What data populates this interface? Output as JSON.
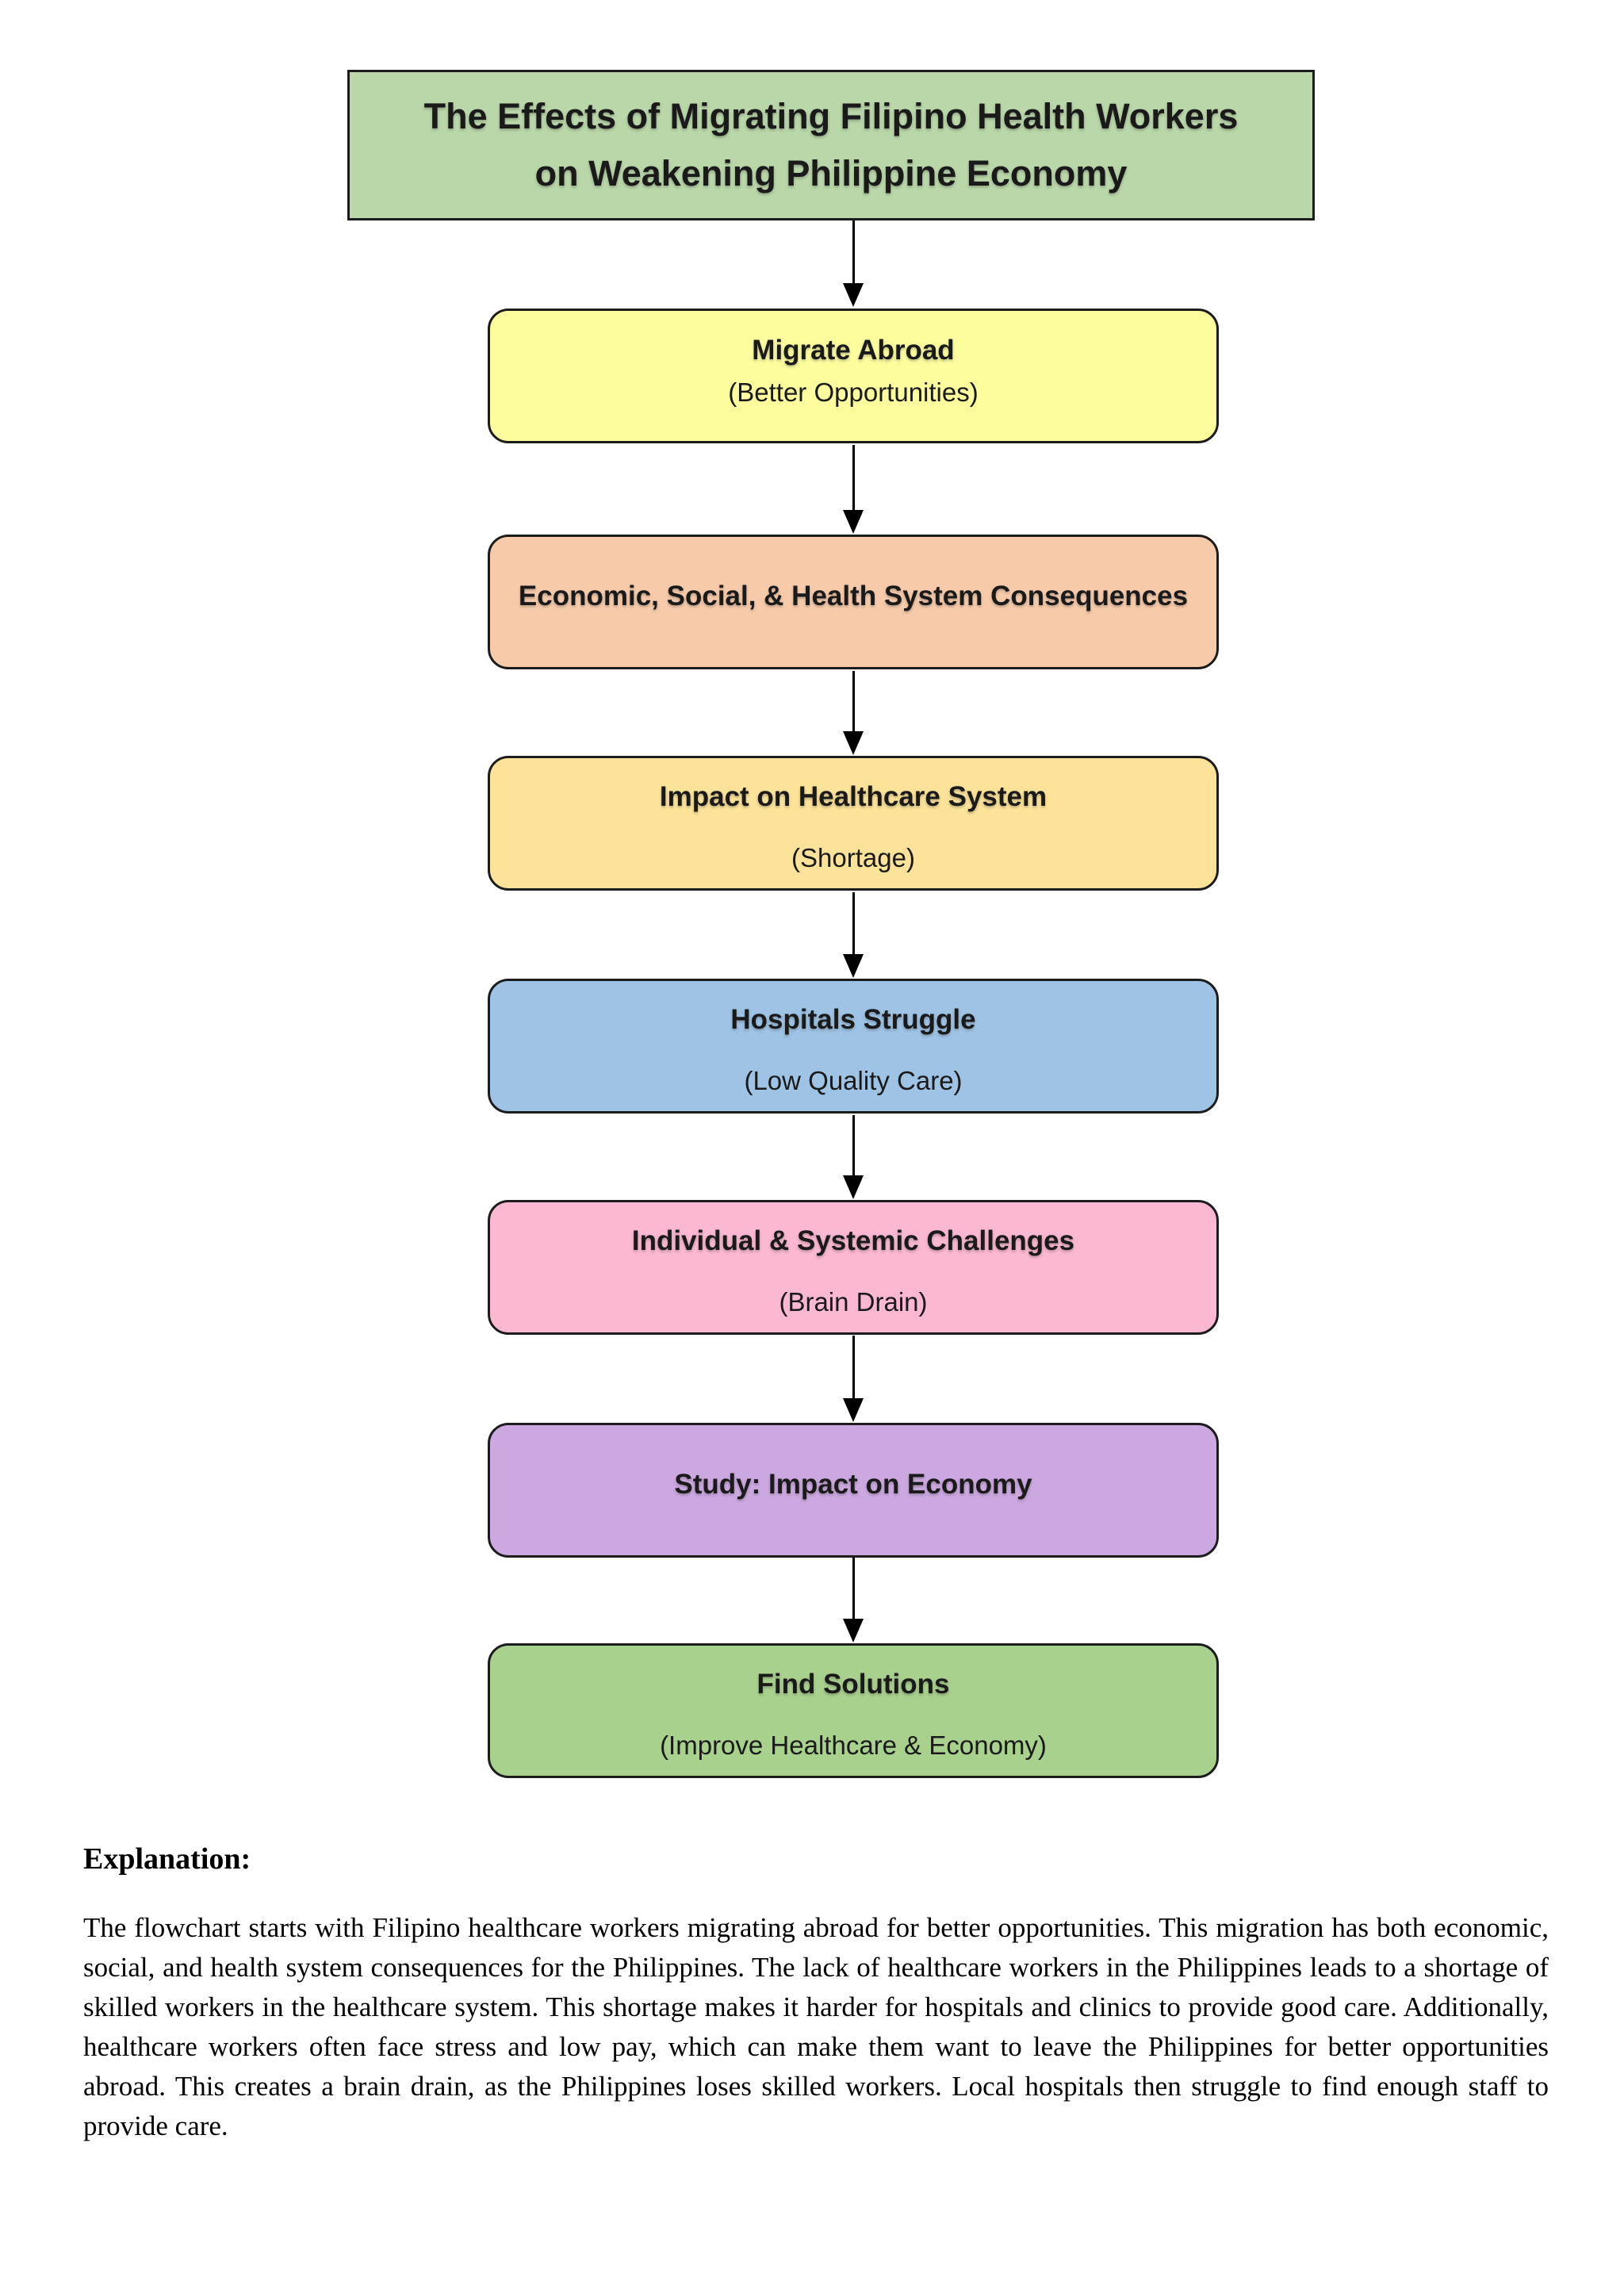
{
  "flowchart": {
    "title": {
      "text": "The Effects of Migrating Filipino Health Workers on Weakening Philippine Economy",
      "bg": "#b9d7a8"
    },
    "nodes": [
      {
        "id": "migrate-abroad",
        "heading": "Migrate Abroad",
        "subtext": "(Better Opportunities)",
        "bg": "#fdfd9e"
      },
      {
        "id": "consequences",
        "heading": "Economic, Social, & Health System Consequences",
        "subtext": "",
        "bg": "#f7cbaa"
      },
      {
        "id": "impact-healthcare",
        "heading": "Impact on Healthcare System",
        "subtext": "(Shortage)",
        "bg": "#fce399"
      },
      {
        "id": "hospitals-struggle",
        "heading": "Hospitals Struggle",
        "subtext": "(Low Quality Care)",
        "bg": "#9ec3e5"
      },
      {
        "id": "challenges",
        "heading": "Individual & Systemic Challenges",
        "subtext": "(Brain Drain)",
        "bg": "#fbb8d0"
      },
      {
        "id": "study-impact",
        "heading": "Study: Impact on Economy",
        "subtext": "",
        "bg": "#cca8e0"
      },
      {
        "id": "find-solutions",
        "heading": "Find Solutions",
        "subtext": "(Improve Healthcare & Economy)",
        "bg": "#a9d18e"
      }
    ],
    "arrow_color": "#000000",
    "border_color": "#1c1c1c"
  },
  "explanation": {
    "heading": "Explanation:",
    "body": "The flowchart starts with Filipino healthcare workers migrating abroad for better opportunities. This migration has both economic, social, and health system consequences for the Philippines. The lack of healthcare workers in the Philippines leads to a shortage of skilled workers in the healthcare system. This shortage makes it harder for hospitals and clinics to provide good care. Additionally, healthcare workers often face stress and low pay, which can make them want to leave the Philippines for better opportunities abroad. This creates a brain drain, as the Philippines loses skilled workers. Local hospitals then struggle to find enough staff to provide care."
  }
}
